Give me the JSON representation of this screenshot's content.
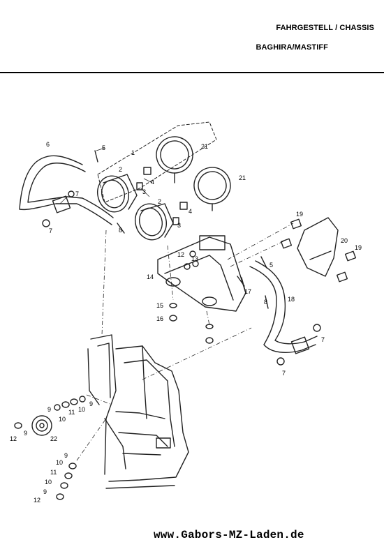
{
  "header": {
    "title_line1": "FAHRGESTELL / CHASSIS",
    "title_line2": "BAGHIRA/MASTIFF"
  },
  "footer": {
    "url": "www.Gabors-MZ-Laden.de"
  },
  "callouts": [
    {
      "id": "c1",
      "text": "1"
    },
    {
      "id": "c2a",
      "text": "2"
    },
    {
      "id": "c2b",
      "text": "2"
    },
    {
      "id": "c3a",
      "text": "3"
    },
    {
      "id": "c3b",
      "text": "3"
    },
    {
      "id": "c4a",
      "text": "4"
    },
    {
      "id": "c4b",
      "text": "4"
    },
    {
      "id": "c5a",
      "text": "5"
    },
    {
      "id": "c5b",
      "text": "5"
    },
    {
      "id": "c6",
      "text": "6"
    },
    {
      "id": "c7a",
      "text": "7"
    },
    {
      "id": "c7b",
      "text": "7"
    },
    {
      "id": "c7c",
      "text": "7"
    },
    {
      "id": "c7d",
      "text": "7"
    },
    {
      "id": "c8a",
      "text": "8"
    },
    {
      "id": "c8b",
      "text": "8"
    },
    {
      "id": "c12a",
      "text": "12"
    },
    {
      "id": "c13",
      "text": "13"
    },
    {
      "id": "c14",
      "text": "14"
    },
    {
      "id": "c15",
      "text": "15"
    },
    {
      "id": "c16",
      "text": "16"
    },
    {
      "id": "c17",
      "text": "17"
    },
    {
      "id": "c18",
      "text": "18"
    },
    {
      "id": "c19a",
      "text": "19"
    },
    {
      "id": "c19b",
      "text": "19"
    },
    {
      "id": "c20",
      "text": "20"
    },
    {
      "id": "c21a",
      "text": "21"
    },
    {
      "id": "c21b",
      "text": "21"
    },
    {
      "id": "c9a",
      "text": "9"
    },
    {
      "id": "c10a",
      "text": "10"
    },
    {
      "id": "c11a",
      "text": "11"
    },
    {
      "id": "c10b",
      "text": "10"
    },
    {
      "id": "c9b",
      "text": "9"
    },
    {
      "id": "c12b",
      "text": "12"
    },
    {
      "id": "c9c",
      "text": "9"
    },
    {
      "id": "c22",
      "text": "22"
    },
    {
      "id": "c9d",
      "text": "9"
    },
    {
      "id": "c10c",
      "text": "10"
    },
    {
      "id": "c11b",
      "text": "11"
    },
    {
      "id": "c10d",
      "text": "10"
    },
    {
      "id": "c9e",
      "text": "9"
    },
    {
      "id": "c12c",
      "text": "12"
    }
  ]
}
